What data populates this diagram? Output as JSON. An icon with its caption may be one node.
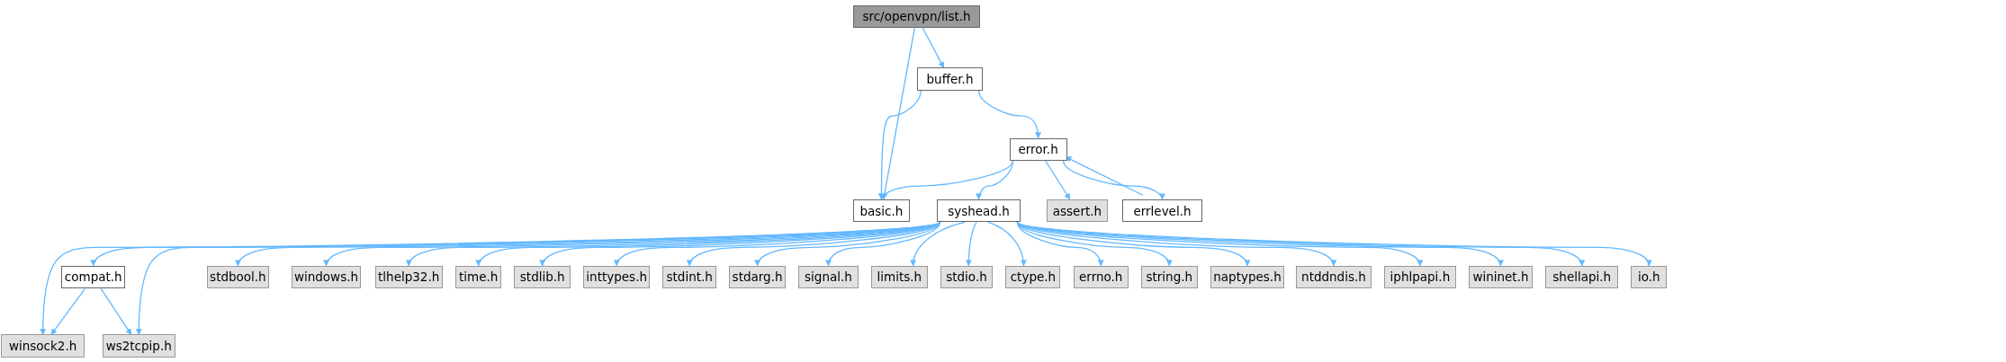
{
  "diagram": {
    "nodes": [
      {
        "text": [
          "src/openvpn/list.h"
        ]
      },
      {
        "text": [
          "buffer.h"
        ]
      },
      {
        "text": [
          "error.h"
        ]
      },
      {
        "text": [
          "basic.h"
        ]
      },
      {
        "text": [
          "syshead.h"
        ]
      },
      {
        "text": [
          "assert.h"
        ]
      },
      {
        "text": [
          "errlevel.h"
        ]
      },
      {
        "text": [
          "compat.h"
        ]
      },
      {
        "text": [
          "stdbool.h"
        ]
      },
      {
        "text": [
          "windows.h"
        ]
      },
      {
        "text": [
          "tlhelp32.h"
        ]
      },
      {
        "text": [
          "time.h"
        ]
      },
      {
        "text": [
          "stdlib.h"
        ]
      },
      {
        "text": [
          "inttypes.h"
        ]
      },
      {
        "text": [
          "stdint.h"
        ]
      },
      {
        "text": [
          "stdarg.h"
        ]
      },
      {
        "text": [
          "signal.h"
        ]
      },
      {
        "text": [
          "limits.h"
        ]
      },
      {
        "text": [
          "stdio.h"
        ]
      },
      {
        "text": [
          "ctype.h"
        ]
      },
      {
        "text": [
          "errno.h"
        ]
      },
      {
        "text": [
          "string.h"
        ]
      },
      {
        "text": [
          "naptypes.h"
        ]
      },
      {
        "text": [
          "ntddndis.h"
        ]
      },
      {
        "text": [
          "iphlpapi.h"
        ]
      },
      {
        "text": [
          "wininet.h"
        ]
      },
      {
        "text": [
          "shellapi.h"
        ]
      },
      {
        "text": [
          "io.h"
        ]
      },
      {
        "text": [
          "winsock2.h"
        ]
      },
      {
        "text": [
          "ws2tcpip.h"
        ]
      }
    ],
    "edges": [
      {
        "from": 0,
        "to": 3,
        "arrow": "to"
      },
      {
        "from": 0,
        "to": 1,
        "arrow": "to"
      },
      {
        "from": 1,
        "to": 3,
        "arrow": "to"
      },
      {
        "from": 1,
        "to": 2,
        "arrow": "to"
      },
      {
        "from": 2,
        "to": 3,
        "arrow": "to"
      },
      {
        "from": 2,
        "to": 4,
        "arrow": "to"
      },
      {
        "from": 2,
        "to": 5,
        "arrow": "to"
      },
      {
        "from": 2,
        "to": 6,
        "arrow": "to"
      },
      {
        "from": 6,
        "to": 2,
        "arrow": "to"
      },
      {
        "from": 4,
        "to": 28,
        "arrow": "to"
      },
      {
        "from": 4,
        "to": 29,
        "arrow": "to"
      },
      {
        "from": 4,
        "to": 7,
        "arrow": "to"
      },
      {
        "from": 4,
        "to": 8,
        "arrow": "to"
      },
      {
        "from": 4,
        "to": 9,
        "arrow": "to"
      },
      {
        "from": 4,
        "to": 10,
        "arrow": "to"
      },
      {
        "from": 4,
        "to": 11,
        "arrow": "to"
      },
      {
        "from": 4,
        "to": 12,
        "arrow": "to"
      },
      {
        "from": 4,
        "to": 13,
        "arrow": "to"
      },
      {
        "from": 4,
        "to": 14,
        "arrow": "to"
      },
      {
        "from": 4,
        "to": 15,
        "arrow": "to"
      },
      {
        "from": 4,
        "to": 16,
        "arrow": "to"
      },
      {
        "from": 4,
        "to": 17,
        "arrow": "to"
      },
      {
        "from": 4,
        "to": 18,
        "arrow": "to"
      },
      {
        "from": 4,
        "to": 19,
        "arrow": "to"
      },
      {
        "from": 4,
        "to": 20,
        "arrow": "to"
      },
      {
        "from": 4,
        "to": 21,
        "arrow": "to"
      },
      {
        "from": 4,
        "to": 22,
        "arrow": "to"
      },
      {
        "from": 4,
        "to": 23,
        "arrow": "to"
      },
      {
        "from": 4,
        "to": 24,
        "arrow": "to"
      },
      {
        "from": 4,
        "to": 25,
        "arrow": "to"
      },
      {
        "from": 4,
        "to": 26,
        "arrow": "to"
      },
      {
        "from": 4,
        "to": 27,
        "arrow": "to"
      },
      {
        "from": 7,
        "to": 28,
        "arrow": "to"
      },
      {
        "from": 7,
        "to": 29,
        "arrow": "to"
      }
    ]
  }
}
